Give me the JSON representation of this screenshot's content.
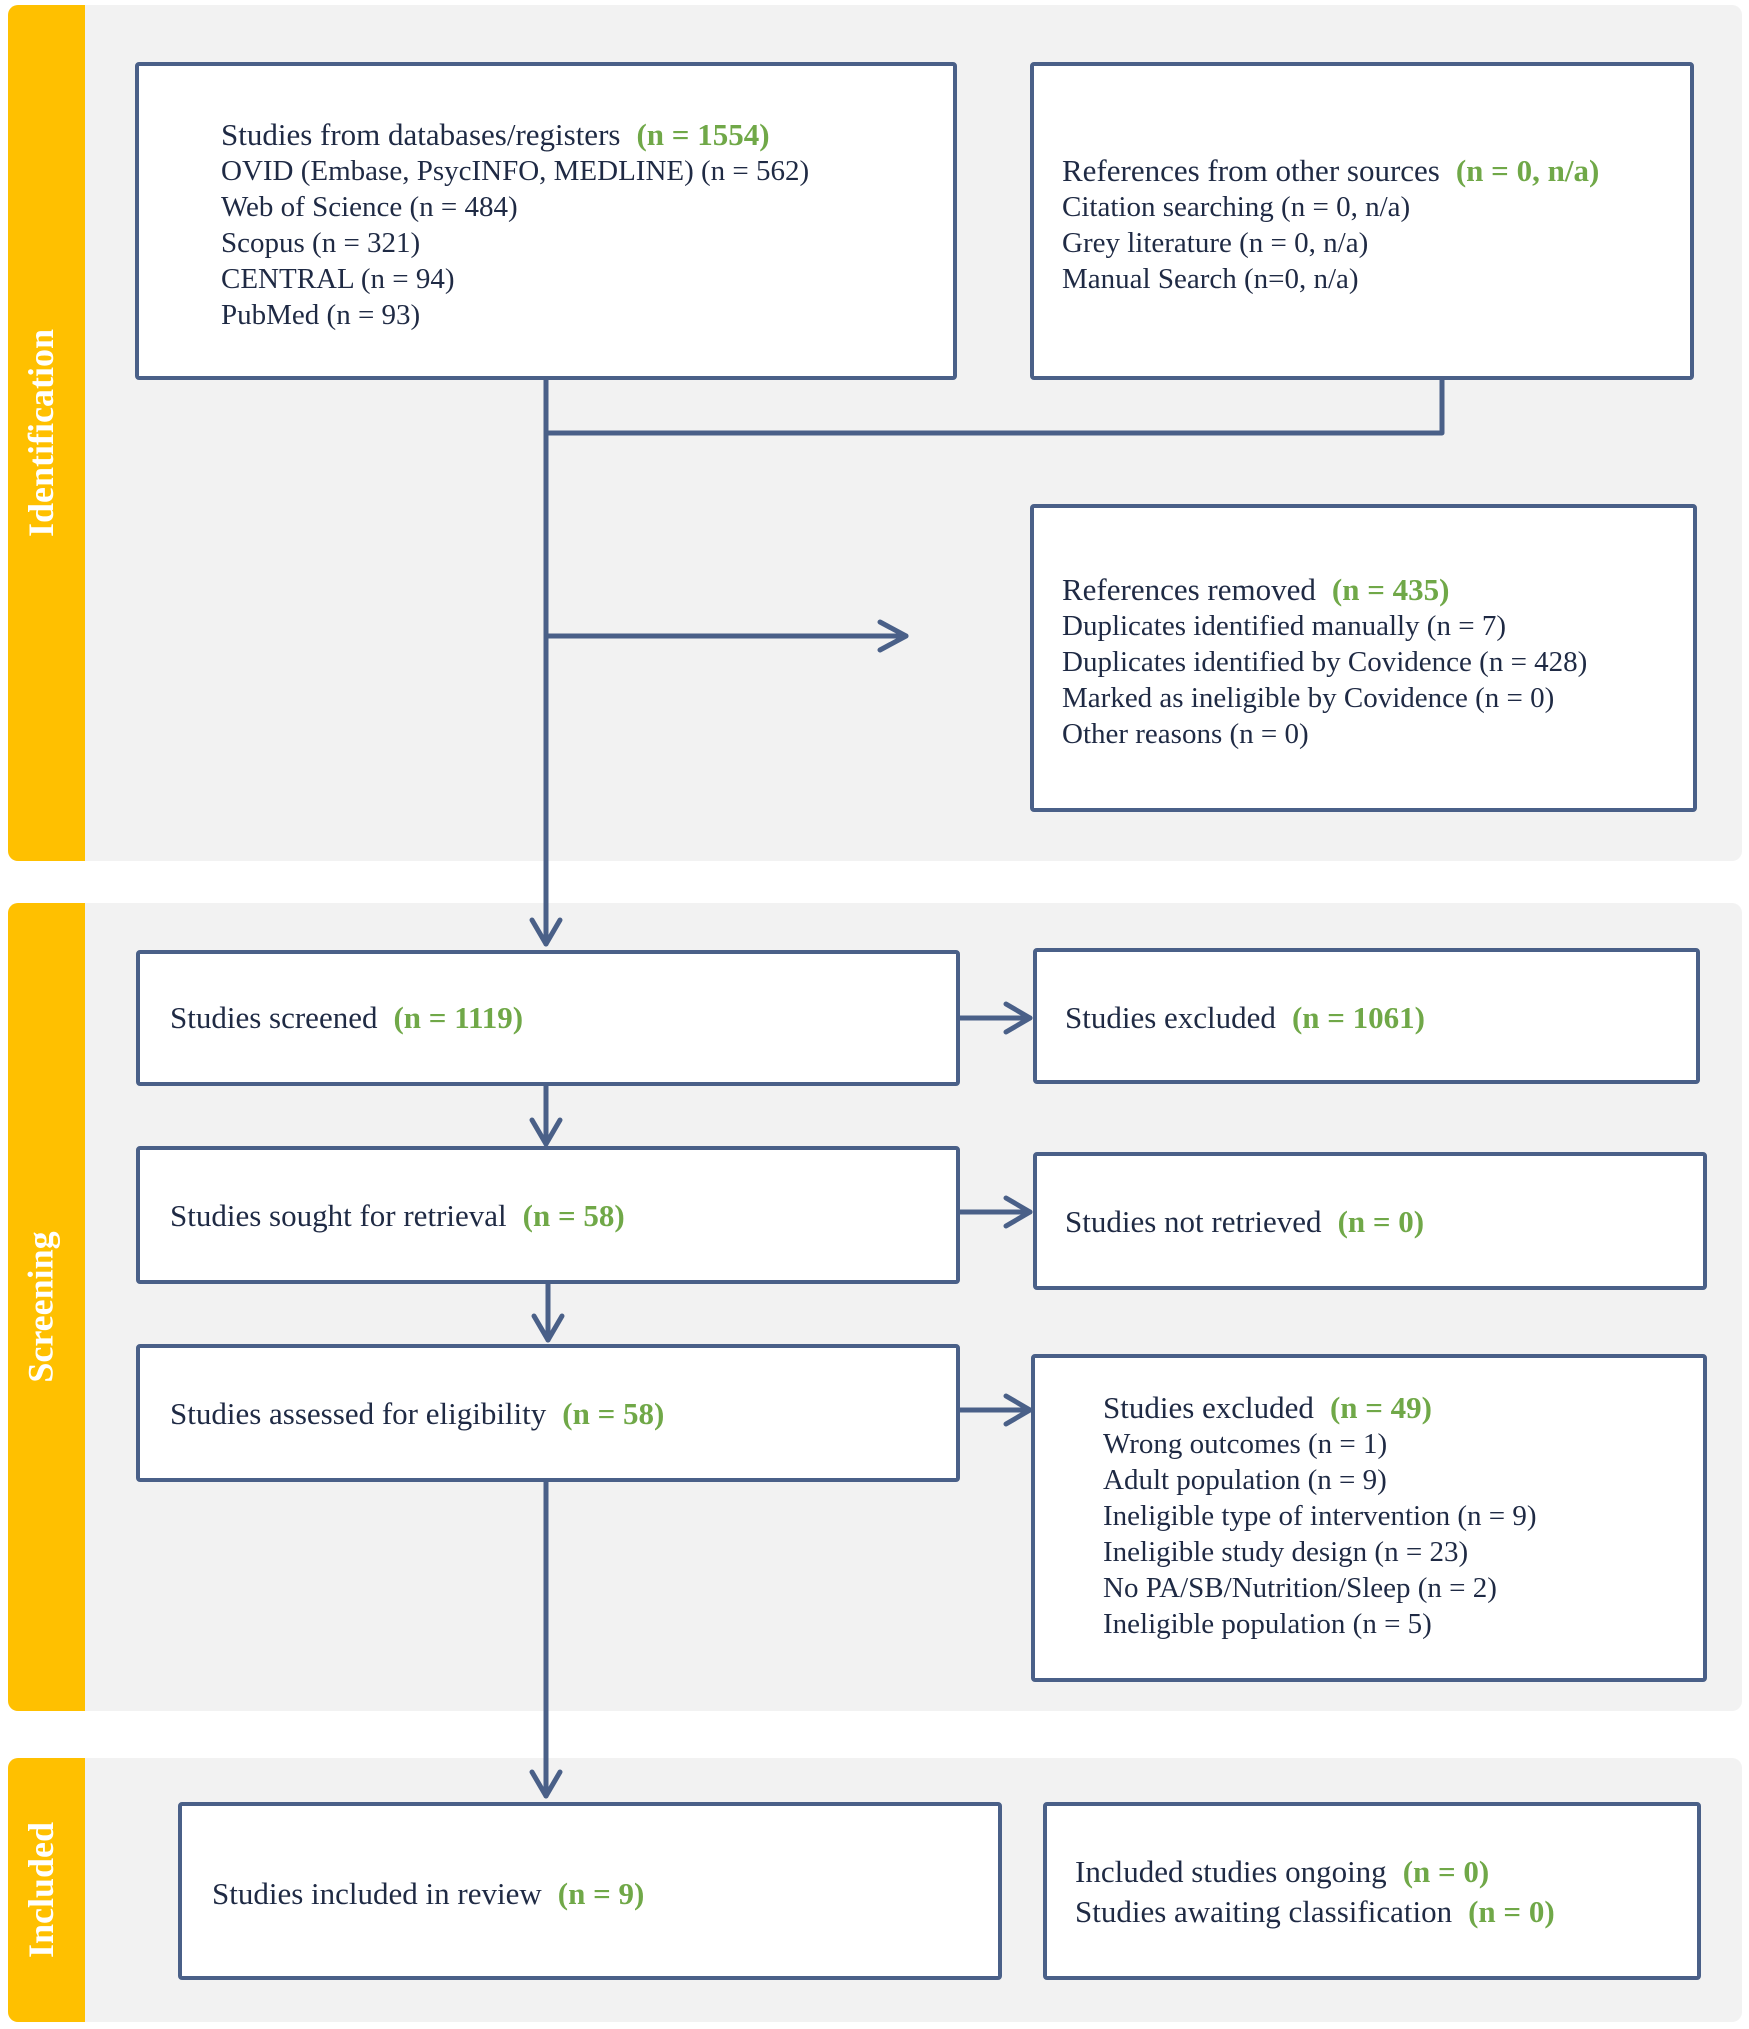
{
  "colors": {
    "section_tab": "#ffc000",
    "section_background": "#f2f2f2",
    "box_border": "#4a6088",
    "arrow": "#4a6088",
    "count_highlight": "#70a848",
    "text": "#1f2a44"
  },
  "sections": {
    "identification": "Identification",
    "screening": "Screening",
    "included": "Included"
  },
  "boxes": {
    "databases": {
      "title": "Studies from databases/registers",
      "count": "(n = 1554)",
      "lines": [
        "OVID (Embase, PsycINFO, MEDLINE) (n = 562)",
        "Web of Science (n = 484)",
        "Scopus (n = 321)",
        "CENTRAL (n = 94)",
        "PubMed (n = 93)"
      ]
    },
    "other_sources": {
      "title": "References from other sources",
      "count": "(n = 0, n/a)",
      "lines": [
        "Citation searching (n = 0, n/a)",
        "Grey literature (n = 0, n/a)",
        "Manual Search (n=0, n/a)"
      ]
    },
    "removed": {
      "title": "References removed",
      "count": "(n = 435)",
      "lines": [
        "Duplicates identified manually (n = 7)",
        "Duplicates identified by Covidence (n = 428)",
        "Marked as ineligible by Covidence (n = 0)",
        "Other reasons (n = 0)"
      ]
    },
    "screened": {
      "title": "Studies screened",
      "count": "(n = 1119)"
    },
    "screen_excluded": {
      "title": "Studies excluded",
      "count": "(n = 1061)"
    },
    "sought": {
      "title": "Studies sought for retrieval",
      "count": "(n = 58)"
    },
    "not_retrieved": {
      "title": "Studies not retrieved",
      "count": "(n = 0)"
    },
    "assessed": {
      "title": "Studies assessed for eligibility",
      "count": "(n = 58)"
    },
    "eligibility_excluded": {
      "title": "Studies excluded",
      "count": "(n = 49)",
      "lines": [
        "Wrong outcomes (n = 1)",
        "Adult population (n = 9)",
        "Ineligible type of intervention (n = 9)",
        "Ineligible study design (n = 23)",
        "No PA/SB/Nutrition/Sleep (n = 2)",
        "Ineligible  population (n = 5)"
      ]
    },
    "included_review": {
      "title": "Studies included in review",
      "count": "(n = 9)"
    },
    "ongoing": {
      "line1": "Included studies ongoing",
      "count1": "(n = 0)",
      "line2": "Studies awaiting classification",
      "count2": "(n = 0)"
    }
  }
}
